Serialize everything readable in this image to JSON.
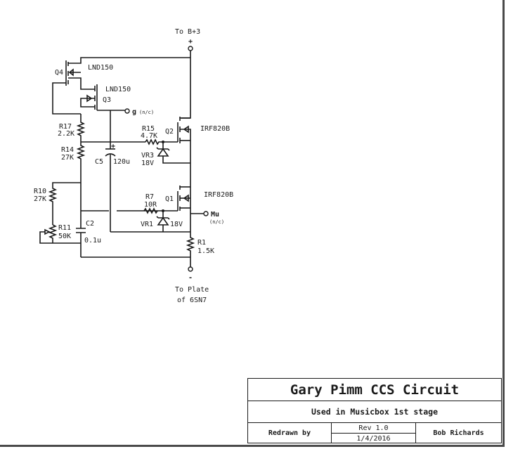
{
  "terminals": {
    "b_plus": {
      "label": "To B+3",
      "polarity": "+"
    },
    "plate": {
      "label_line1": "To Plate",
      "label_line2": "of 6SN7",
      "polarity": "-"
    },
    "g": {
      "label": "g",
      "note": "(n/c)"
    },
    "mu": {
      "label": "Mu",
      "note": "(n/c)"
    }
  },
  "components": {
    "Q4": {
      "ref": "Q4",
      "part": "LND150"
    },
    "Q3": {
      "ref": "Q3",
      "part": "LND150"
    },
    "Q2": {
      "ref": "Q2",
      "part": "IRF820B"
    },
    "Q1": {
      "ref": "Q1",
      "part": "IRF820B"
    },
    "R17": {
      "ref": "R17",
      "value": "2.2K"
    },
    "R14": {
      "ref": "R14",
      "value": "27K"
    },
    "R15": {
      "ref": "R15",
      "value": "4.7K"
    },
    "R10": {
      "ref": "R10",
      "value": "27K"
    },
    "R11": {
      "ref": "R11",
      "value": "50K"
    },
    "R7": {
      "ref": "R7",
      "value": "10R"
    },
    "R1": {
      "ref": "R1",
      "value": "1.5K"
    },
    "C5": {
      "ref": "C5",
      "value": "120u",
      "polarity_mark": "+"
    },
    "C2": {
      "ref": "C2",
      "value": "0.1u"
    },
    "VR3": {
      "ref": "VR3",
      "value": "18V"
    },
    "VR1": {
      "ref": "VR1",
      "value": "18V"
    }
  },
  "title_block": {
    "title": "Gary Pimm CCS Circuit",
    "subtitle": "Used in Musicbox 1st stage",
    "redrawn_label": "Redrawn by",
    "revision": "Rev 1.0",
    "date": "1/4/2016",
    "author": "Bob Richards"
  }
}
